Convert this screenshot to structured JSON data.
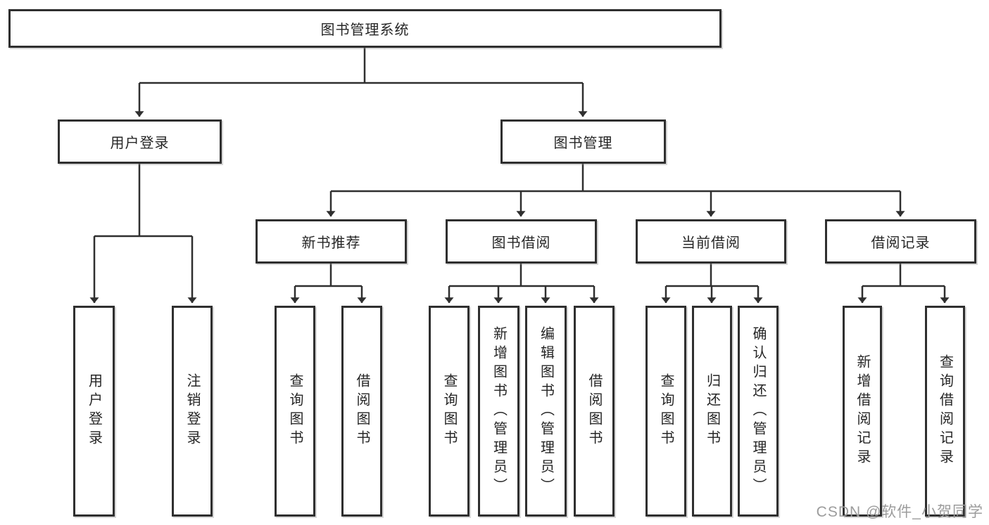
{
  "page": {
    "background_color": "#ffffff",
    "line_color": "#2f2f2f",
    "text_color": "#262626",
    "watermark_color": "#9c9c9c"
  },
  "watermark": {
    "text": "CSDN @软件_小贺同学"
  },
  "tree": {
    "root": {
      "label": "图书管理系统"
    },
    "level2": [
      {
        "label": "用户登录"
      },
      {
        "label": "图书管理"
      }
    ],
    "level3": [
      {
        "label": "新书推荐"
      },
      {
        "label": "图书借阅"
      },
      {
        "label": "当前借阅"
      },
      {
        "label": "借阅记录"
      }
    ],
    "leaves": {
      "user_login": [
        {
          "label": "用户登录"
        },
        {
          "label": "注销登录"
        }
      ],
      "new_book_recommend": [
        {
          "label": "查询图书"
        },
        {
          "label": "借阅图书"
        }
      ],
      "book_borrow": [
        {
          "label": "查询图书"
        },
        {
          "label": "新增图书（管理员）"
        },
        {
          "label": "编辑图书（管理员）"
        },
        {
          "label": "借阅图书"
        }
      ],
      "current_borrow": [
        {
          "label": "查询图书"
        },
        {
          "label": "归还图书"
        },
        {
          "label": "确认归还（管理员）"
        }
      ],
      "borrow_record": [
        {
          "label": "新增借阅记录"
        },
        {
          "label": "查询借阅记录"
        }
      ]
    }
  }
}
